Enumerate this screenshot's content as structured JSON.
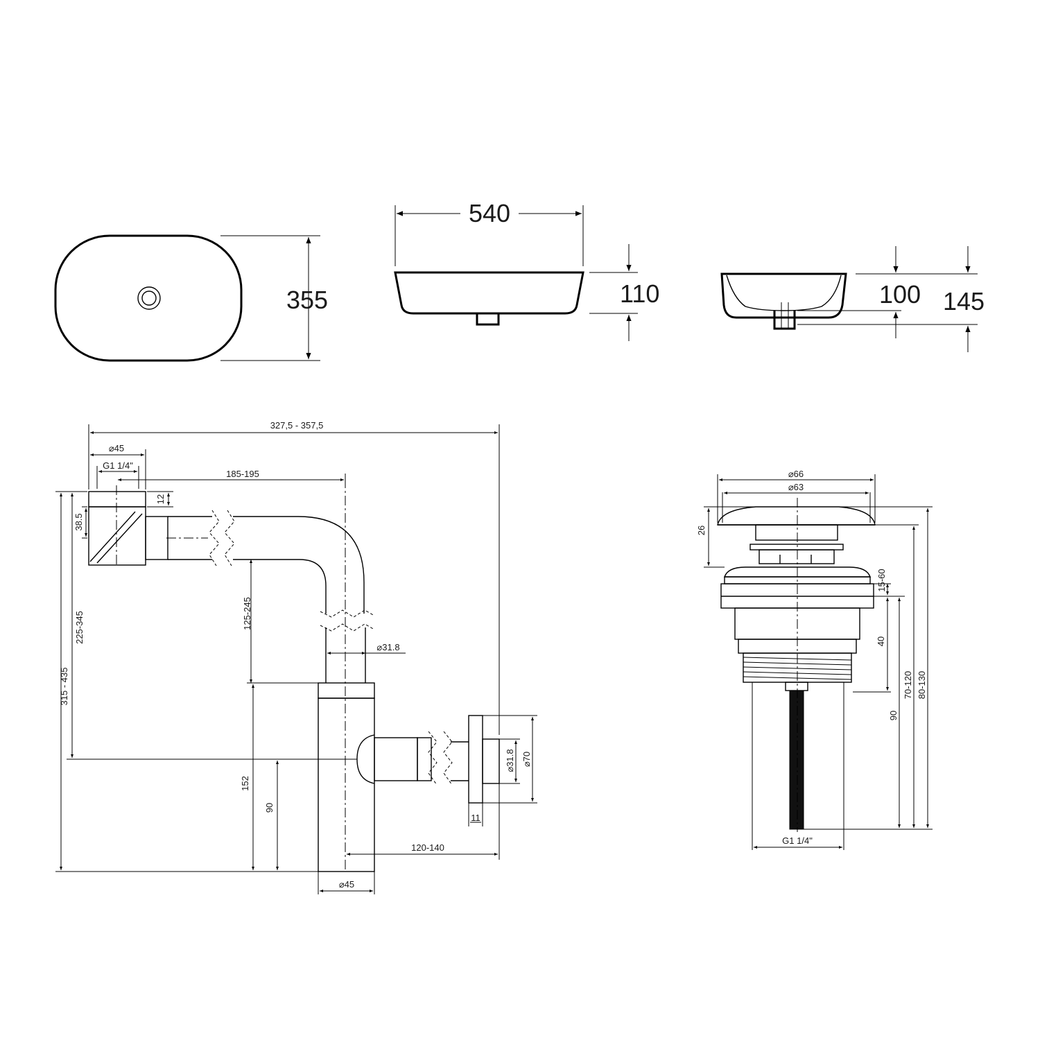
{
  "basin": {
    "width_label": "540",
    "depth_label": "355",
    "front_height_label": "110",
    "bowl_depth_label": "100",
    "total_height_label": "145"
  },
  "siphon": {
    "overall_width": "327,5 - 357,5",
    "top_outlet_dia": "⌀45",
    "top_thread": "G1 1/4\"",
    "horizontal_reach": "185-195",
    "top_cap_height": "12",
    "elbow_height": "38.5",
    "inlet_height_range": "225-345",
    "total_height_range": "315 - 435",
    "riser_range": "125-245",
    "riser_dia": "⌀31.8",
    "body_to_branch": "152",
    "branch_height": "90",
    "wall_pipe_dia": "⌀31.8",
    "flange_dia": "⌀70",
    "flange_thickness": "11",
    "wall_offset": "120-140",
    "body_dia": "⌀45"
  },
  "waste_valve": {
    "cap_dia": "⌀66",
    "body_dia": "⌀63",
    "cap_height": "26",
    "clamp_range": "15-60",
    "thread_length": "40",
    "overall_90": "90",
    "range_70_120": "70-120",
    "range_80_130": "80-130",
    "bottom_thread": "G1 1/4\""
  }
}
